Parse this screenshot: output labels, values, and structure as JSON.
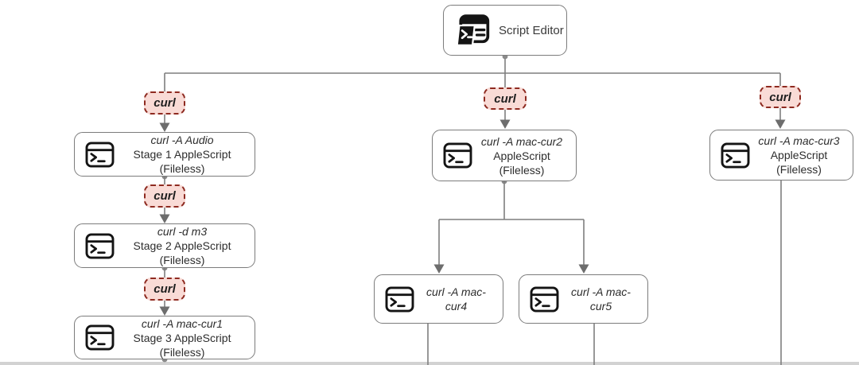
{
  "colors": {
    "background": "#ffffff",
    "node_border": "#7c7c7c",
    "node_fill": "#ffffff",
    "connector": "#7f7f7f",
    "arrow": "#6d6d6d",
    "badge_fill": "#f9dbd6",
    "badge_border": "#8e2a20",
    "badge_text": "#1f1f1f",
    "node_text": "#2d2d2d",
    "icon": "#141414"
  },
  "diagram": {
    "root": {
      "label": "Script Editor",
      "icon": "script-editor-icon"
    },
    "curl_badges": [
      "curl",
      "curl",
      "curl",
      "curl",
      "curl"
    ],
    "nodes": [
      {
        "command": "curl -A Audio",
        "subtitle": "Stage 1 AppleScript (Fileless)",
        "icon": "terminal-icon"
      },
      {
        "command": "curl -d m3",
        "subtitle": "Stage 2 AppleScript (Fileless)",
        "icon": "terminal-icon"
      },
      {
        "command": "curl -A mac-cur1",
        "subtitle": "Stage 3 AppleScript (Fileless)",
        "icon": "terminal-icon"
      },
      {
        "command": "curl -A mac-cur2",
        "subtitle": "AppleScript (Fileless)",
        "icon": "terminal-icon"
      },
      {
        "command": "curl -A mac-cur4",
        "icon": "terminal-icon"
      },
      {
        "command": "curl -A mac-cur5",
        "icon": "terminal-icon"
      },
      {
        "command": "curl -A mac-cur3",
        "subtitle": "AppleScript (Fileless)",
        "icon": "terminal-icon"
      }
    ]
  }
}
